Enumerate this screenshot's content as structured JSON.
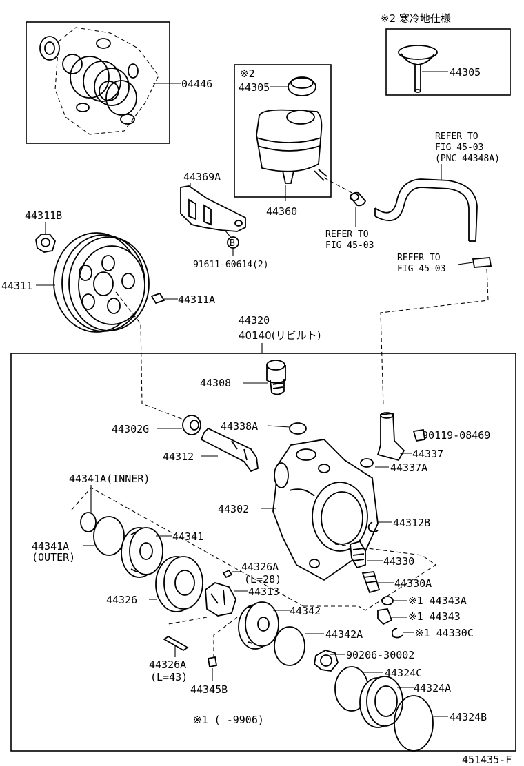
{
  "labels": {
    "l04446": "04446",
    "cold_spec": "※2 寒冷地仕様",
    "l44305_cold": "44305",
    "mark2": "※2",
    "l44305": "44305",
    "refer_top_1": "REFER TO",
    "refer_top_2": "FIG 45-03",
    "refer_top_3": "(PNC 44348A)",
    "l44369A": "44369A",
    "l44360": "44360",
    "refer_mid_1": "REFER TO",
    "refer_mid_2": "FIG 45-03",
    "l44311B": "44311B",
    "circle_b": "B",
    "l91611": "91611-60614(2)",
    "refer_low_1": "REFER TO",
    "refer_low_2": "FIG 45-03",
    "l44311": "44311",
    "l44311A": "44311A",
    "l44320": "44320",
    "l40140": "40140(リビルト)",
    "l44308": "44308",
    "l44302G": "44302G",
    "l44338A": "44338A",
    "l90119": "90119-08469",
    "l44312": "44312",
    "l44337": "44337",
    "l44337A": "44337A",
    "l44341A_inner": "44341A(INNER)",
    "l44302": "44302",
    "l44312B": "44312B",
    "l44341A_outer_1": "44341A",
    "l44341A_outer_2": "(OUTER)",
    "l44341": "44341",
    "l44330": "44330",
    "l44326A_28_1": "44326A",
    "l44326A_28_2": "(L=28)",
    "l44330A": "44330A",
    "l44326": "44326",
    "l44313": "44313",
    "l44343A": "※1 44343A",
    "l44342": "44342",
    "l44343": "※1 44343",
    "l44342A": "44342A",
    "l44330C": "※1 44330C",
    "l90206": "90206-30002",
    "l44326A_43_1": "44326A",
    "l44326A_43_2": "(L=43)",
    "l44324C": "44324C",
    "l44345B": "44345B",
    "l44324A": "44324A",
    "note1": "※1 (     -9906)",
    "l44324B": "44324B",
    "fig_id": "451435-F"
  }
}
